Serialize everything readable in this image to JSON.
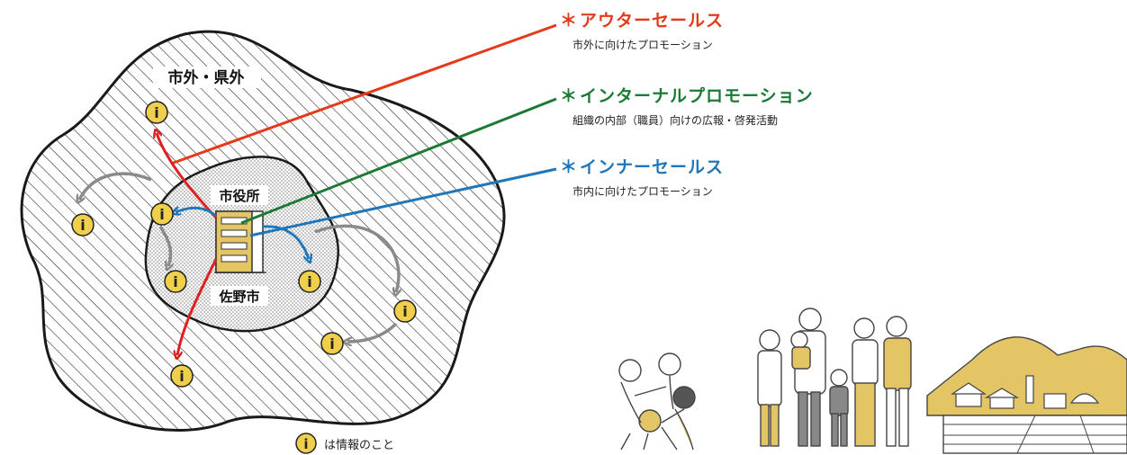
{
  "diagram": {
    "outer_label": "市外・県外",
    "city_hall_label": "市役所",
    "city_label": "佐野市",
    "info_symbol": "i",
    "footnote": "は情報のこと"
  },
  "legend": [
    {
      "marker": "＊",
      "title": "アウターセールス",
      "subtitle": "市外に向けたプロモーション",
      "color": "#e53a1a"
    },
    {
      "marker": "＊",
      "title": "インターナルプロモーション",
      "subtitle": "組織の内部（職員）向けの広報・啓発活動",
      "color": "#1c7a36"
    },
    {
      "marker": "＊",
      "title": "インナーセールス",
      "subtitle": "市内に向けたプロモーション",
      "color": "#1f76b9"
    }
  ],
  "colors": {
    "info_fill": "#f0d04a",
    "arrow_gray": "#8a8a8a",
    "illustration_accent": "#e3c566"
  },
  "icons": [
    "info-icon",
    "building-icon",
    "children-icon",
    "family-icon",
    "landscape-icon"
  ]
}
